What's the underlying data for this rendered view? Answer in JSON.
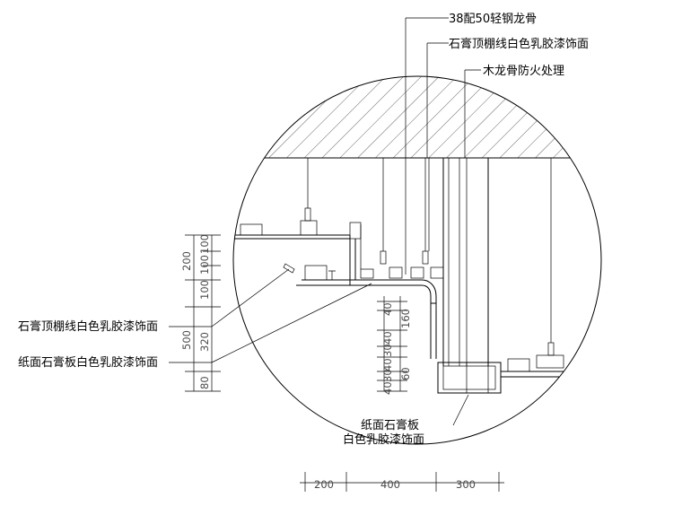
{
  "callouts": {
    "steel_keel": "38配50轻钢龙骨",
    "cornice_top": "石膏顶棚线白色乳胶漆饰面",
    "wood_keel": "木龙骨防火处理",
    "cornice_left": "石膏顶棚线白色乳胶漆饰面",
    "paper_board_left": "纸面石膏板白色乳胶漆饰面",
    "paper_board_bottom_1": "纸面石膏板",
    "paper_board_bottom_2": "白色乳胶漆饰面"
  },
  "dimensions": {
    "left_outer": [
      "200",
      "100",
      "100",
      "100",
      "500",
      "320",
      "80"
    ],
    "left_inner": [
      "40",
      "160",
      "40",
      "30",
      "40",
      "30",
      "60",
      "40"
    ],
    "bottom": [
      "200",
      "400",
      "300"
    ]
  }
}
